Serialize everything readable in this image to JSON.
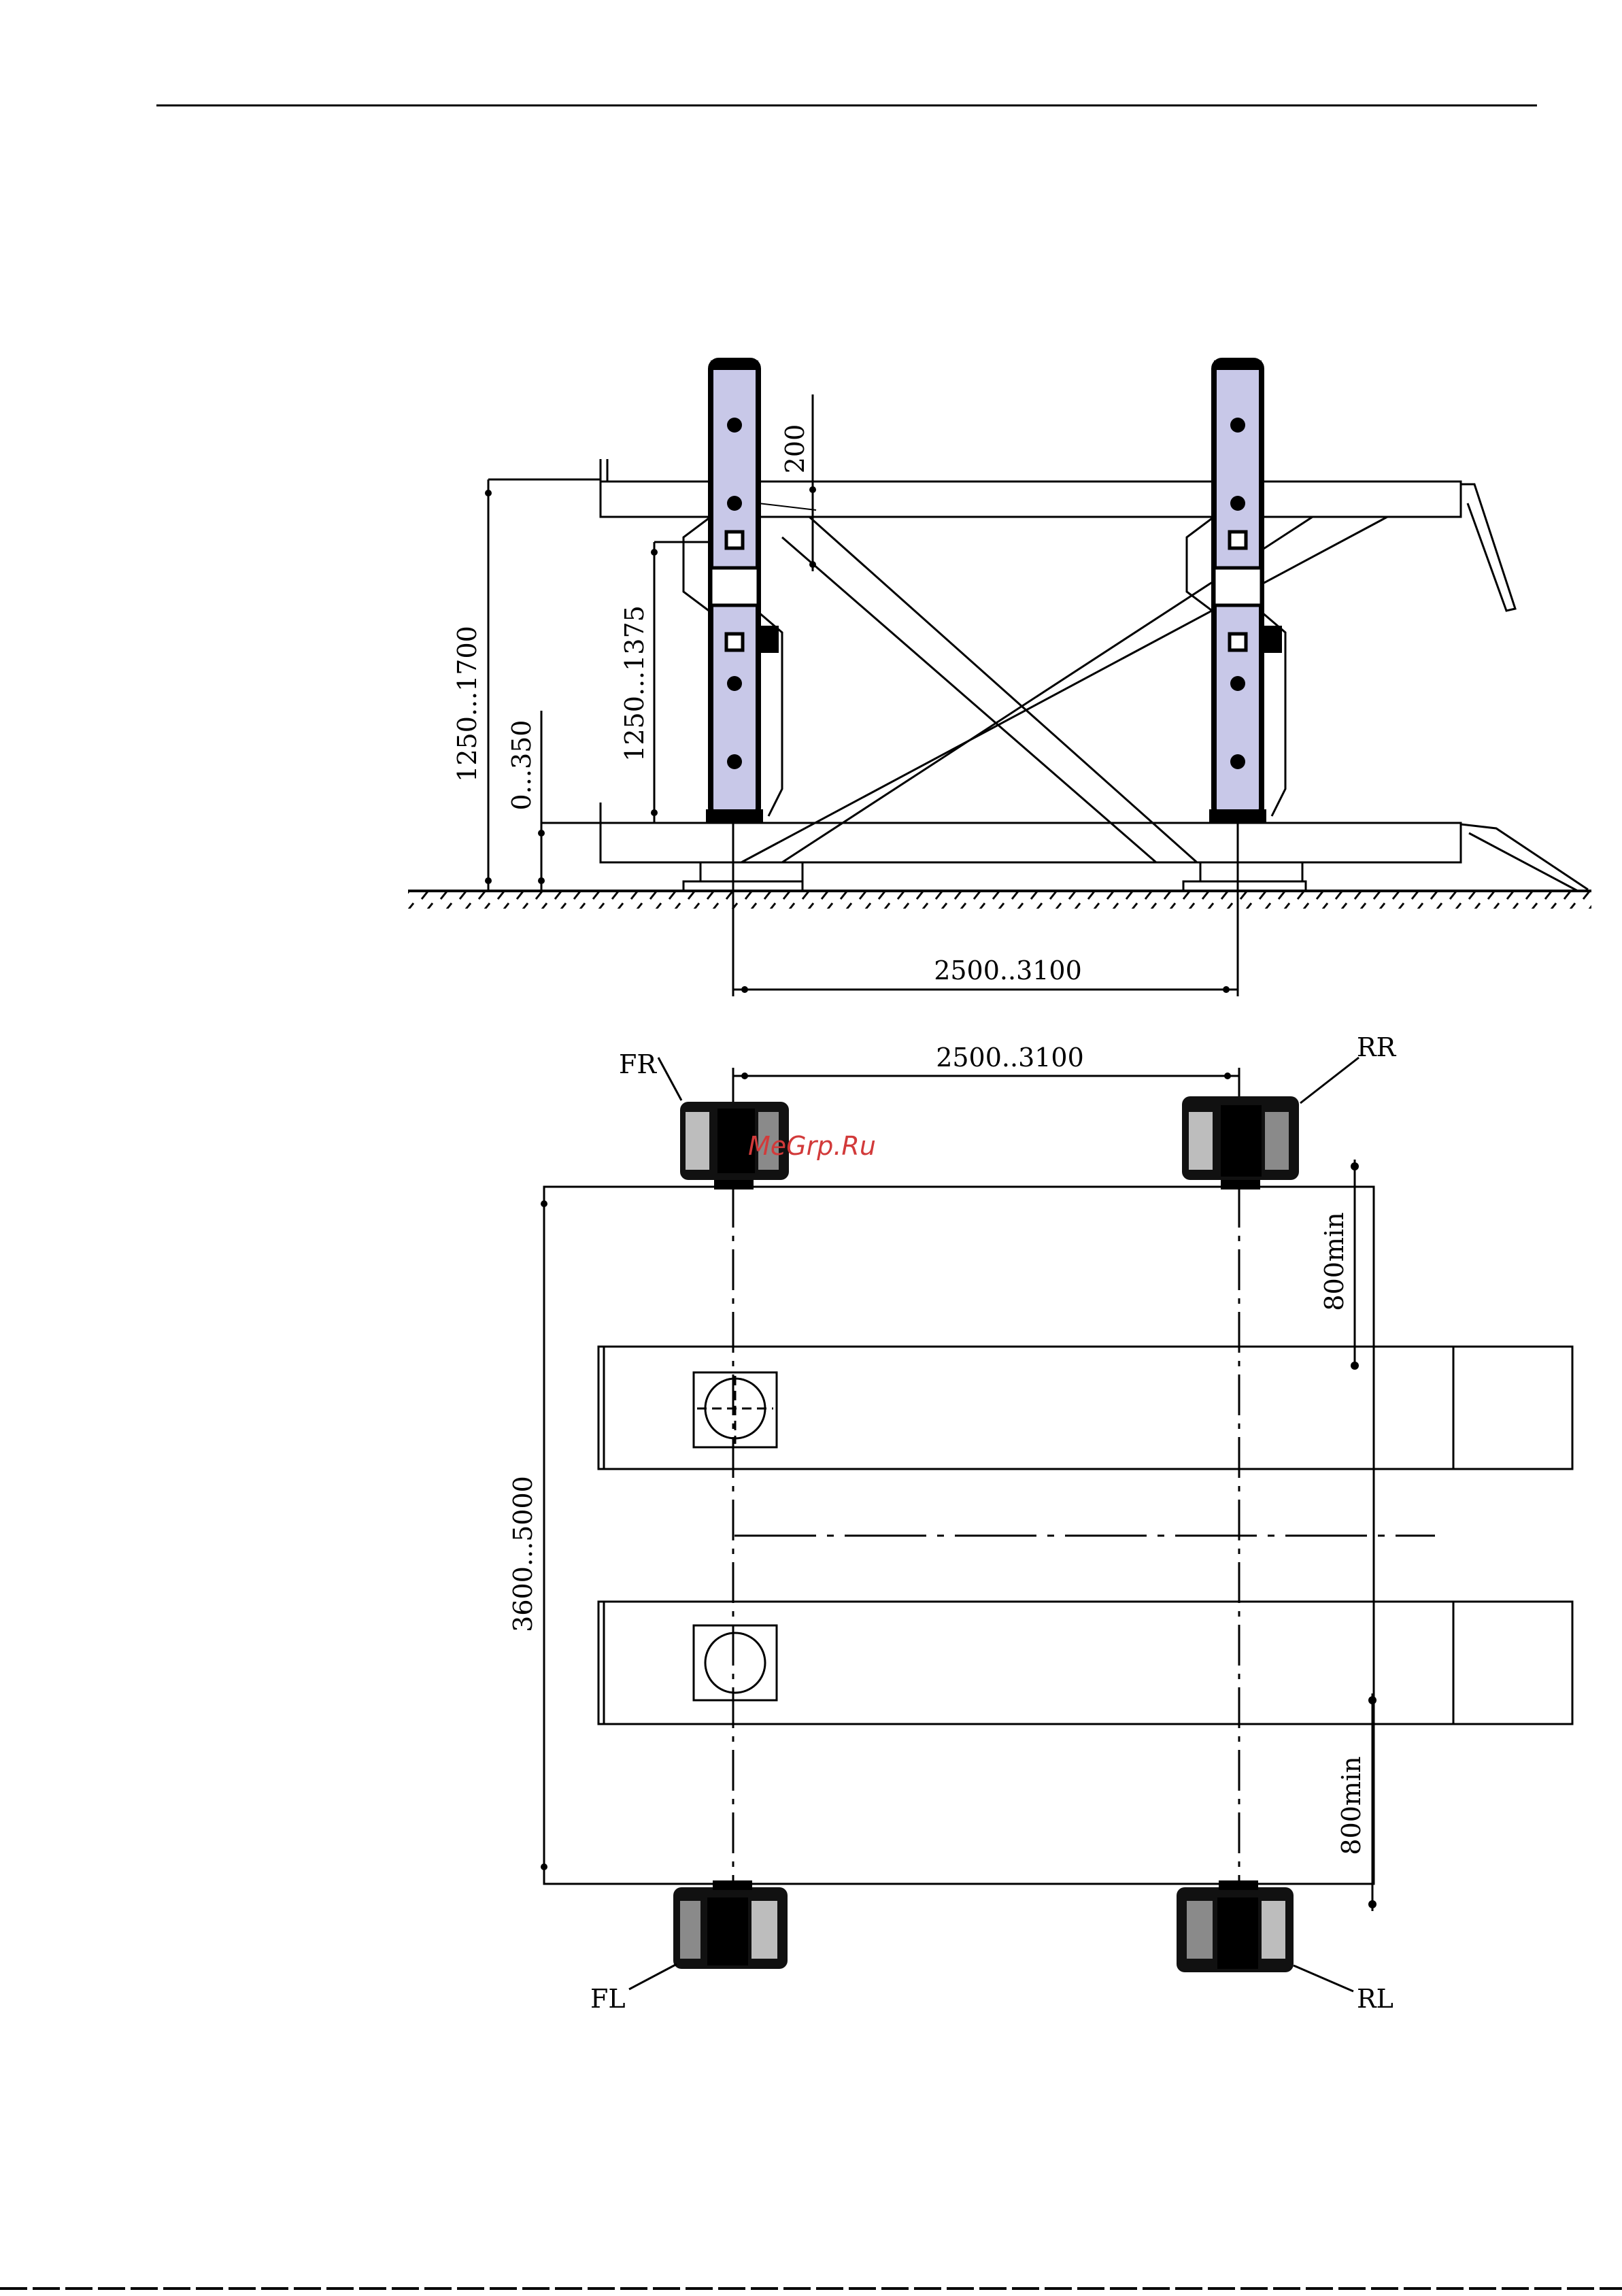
{
  "side_view": {
    "dim_200": "200",
    "dim_total_height": "1250...1700",
    "dim_platform_height": "1250...1375",
    "dim_base_height": "0...350",
    "dim_wheelbase": "2500..3100"
  },
  "top_view": {
    "dim_wheelbase": "2500..3100",
    "dim_length": "3600...5000",
    "dim_clear_top": "800min",
    "dim_clear_bottom": "800min",
    "labels": {
      "fr": "FR",
      "rr": "RR",
      "fl": "FL",
      "rl": "RL"
    }
  },
  "watermark": "MeGrp.Ru",
  "colors": {
    "column_fill": "#c8c8e8",
    "watermark": "#d23a3a"
  }
}
